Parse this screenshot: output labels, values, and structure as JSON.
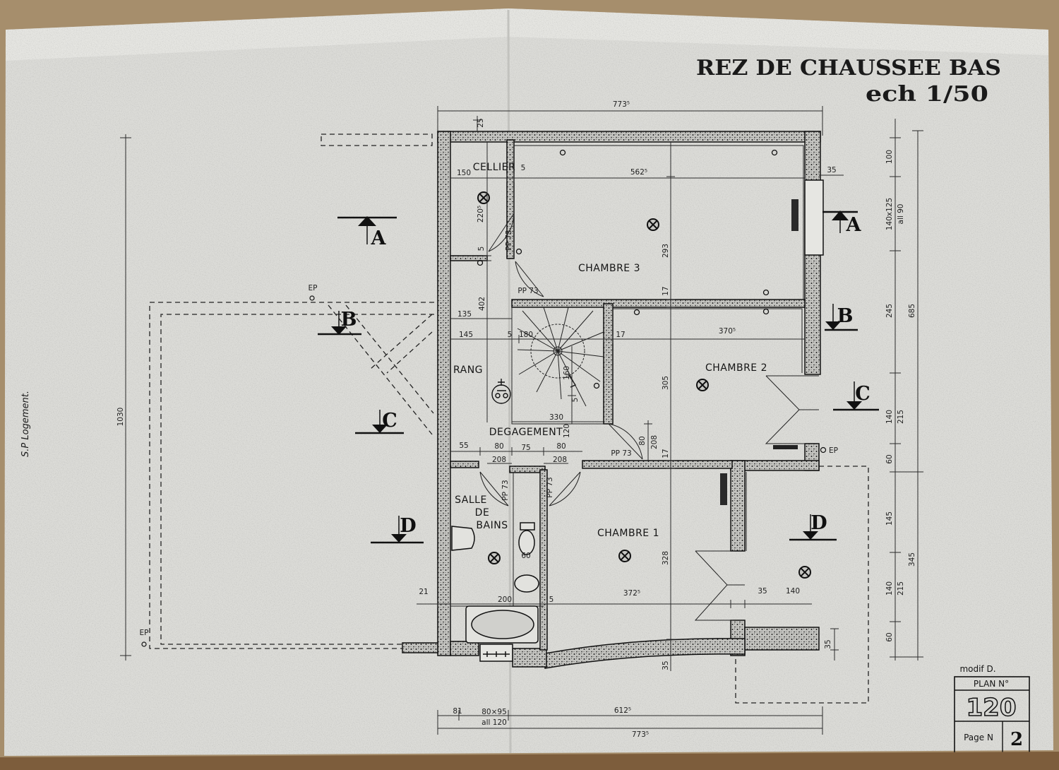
{
  "title": "REZ DE CHAUSSEE BAS",
  "scale": "ech 1/50",
  "side_note": "S.P Logement.",
  "rooms": {
    "cellier": "CELLIER",
    "chambre_3": "CHAMBRE 3",
    "chambre_2": "CHAMBRE 2",
    "chambre_1": "CHAMBRE 1",
    "rangement": "RANG",
    "degagement": "DEGAGEMENT",
    "salle_de_bains": [
      "SALLE",
      "DE",
      "BAINS"
    ]
  },
  "sections": {
    "a": "A",
    "b": "B",
    "c": "C",
    "d": "D"
  },
  "ep": "EP",
  "dims": [
    "773⁵",
    "25",
    "150",
    "5",
    "562⁵",
    "35",
    "220⁵",
    "5",
    "PP 73",
    "293",
    "17",
    "PP 73",
    "402",
    "135",
    "145",
    "5",
    "180",
    "17",
    "370⁵",
    "305",
    "160",
    "5",
    "330",
    "120",
    "80",
    "208",
    "17",
    "55",
    "80",
    "75",
    "80",
    "208",
    "208",
    "PP 73",
    "PP 73",
    "PP 73",
    "60",
    "328",
    "21",
    "200",
    "5",
    "372⁵",
    "35",
    "140",
    "35",
    "35",
    "1030",
    "100",
    "140x125",
    "all 90",
    "245",
    "685",
    "140",
    "215",
    "60",
    "145",
    "345",
    "140",
    "215",
    "60",
    "81",
    "80×95",
    "all 120",
    "612⁵",
    "773⁵"
  ],
  "title_block": {
    "modif": "modif D.",
    "plan_label": "PLAN N°",
    "plan_no": "120",
    "page_label": "Page N",
    "page_no": "2"
  },
  "colors": {
    "paper": "#dcdcd8",
    "ink": "#151515",
    "backdrop": "#a68e6c"
  }
}
